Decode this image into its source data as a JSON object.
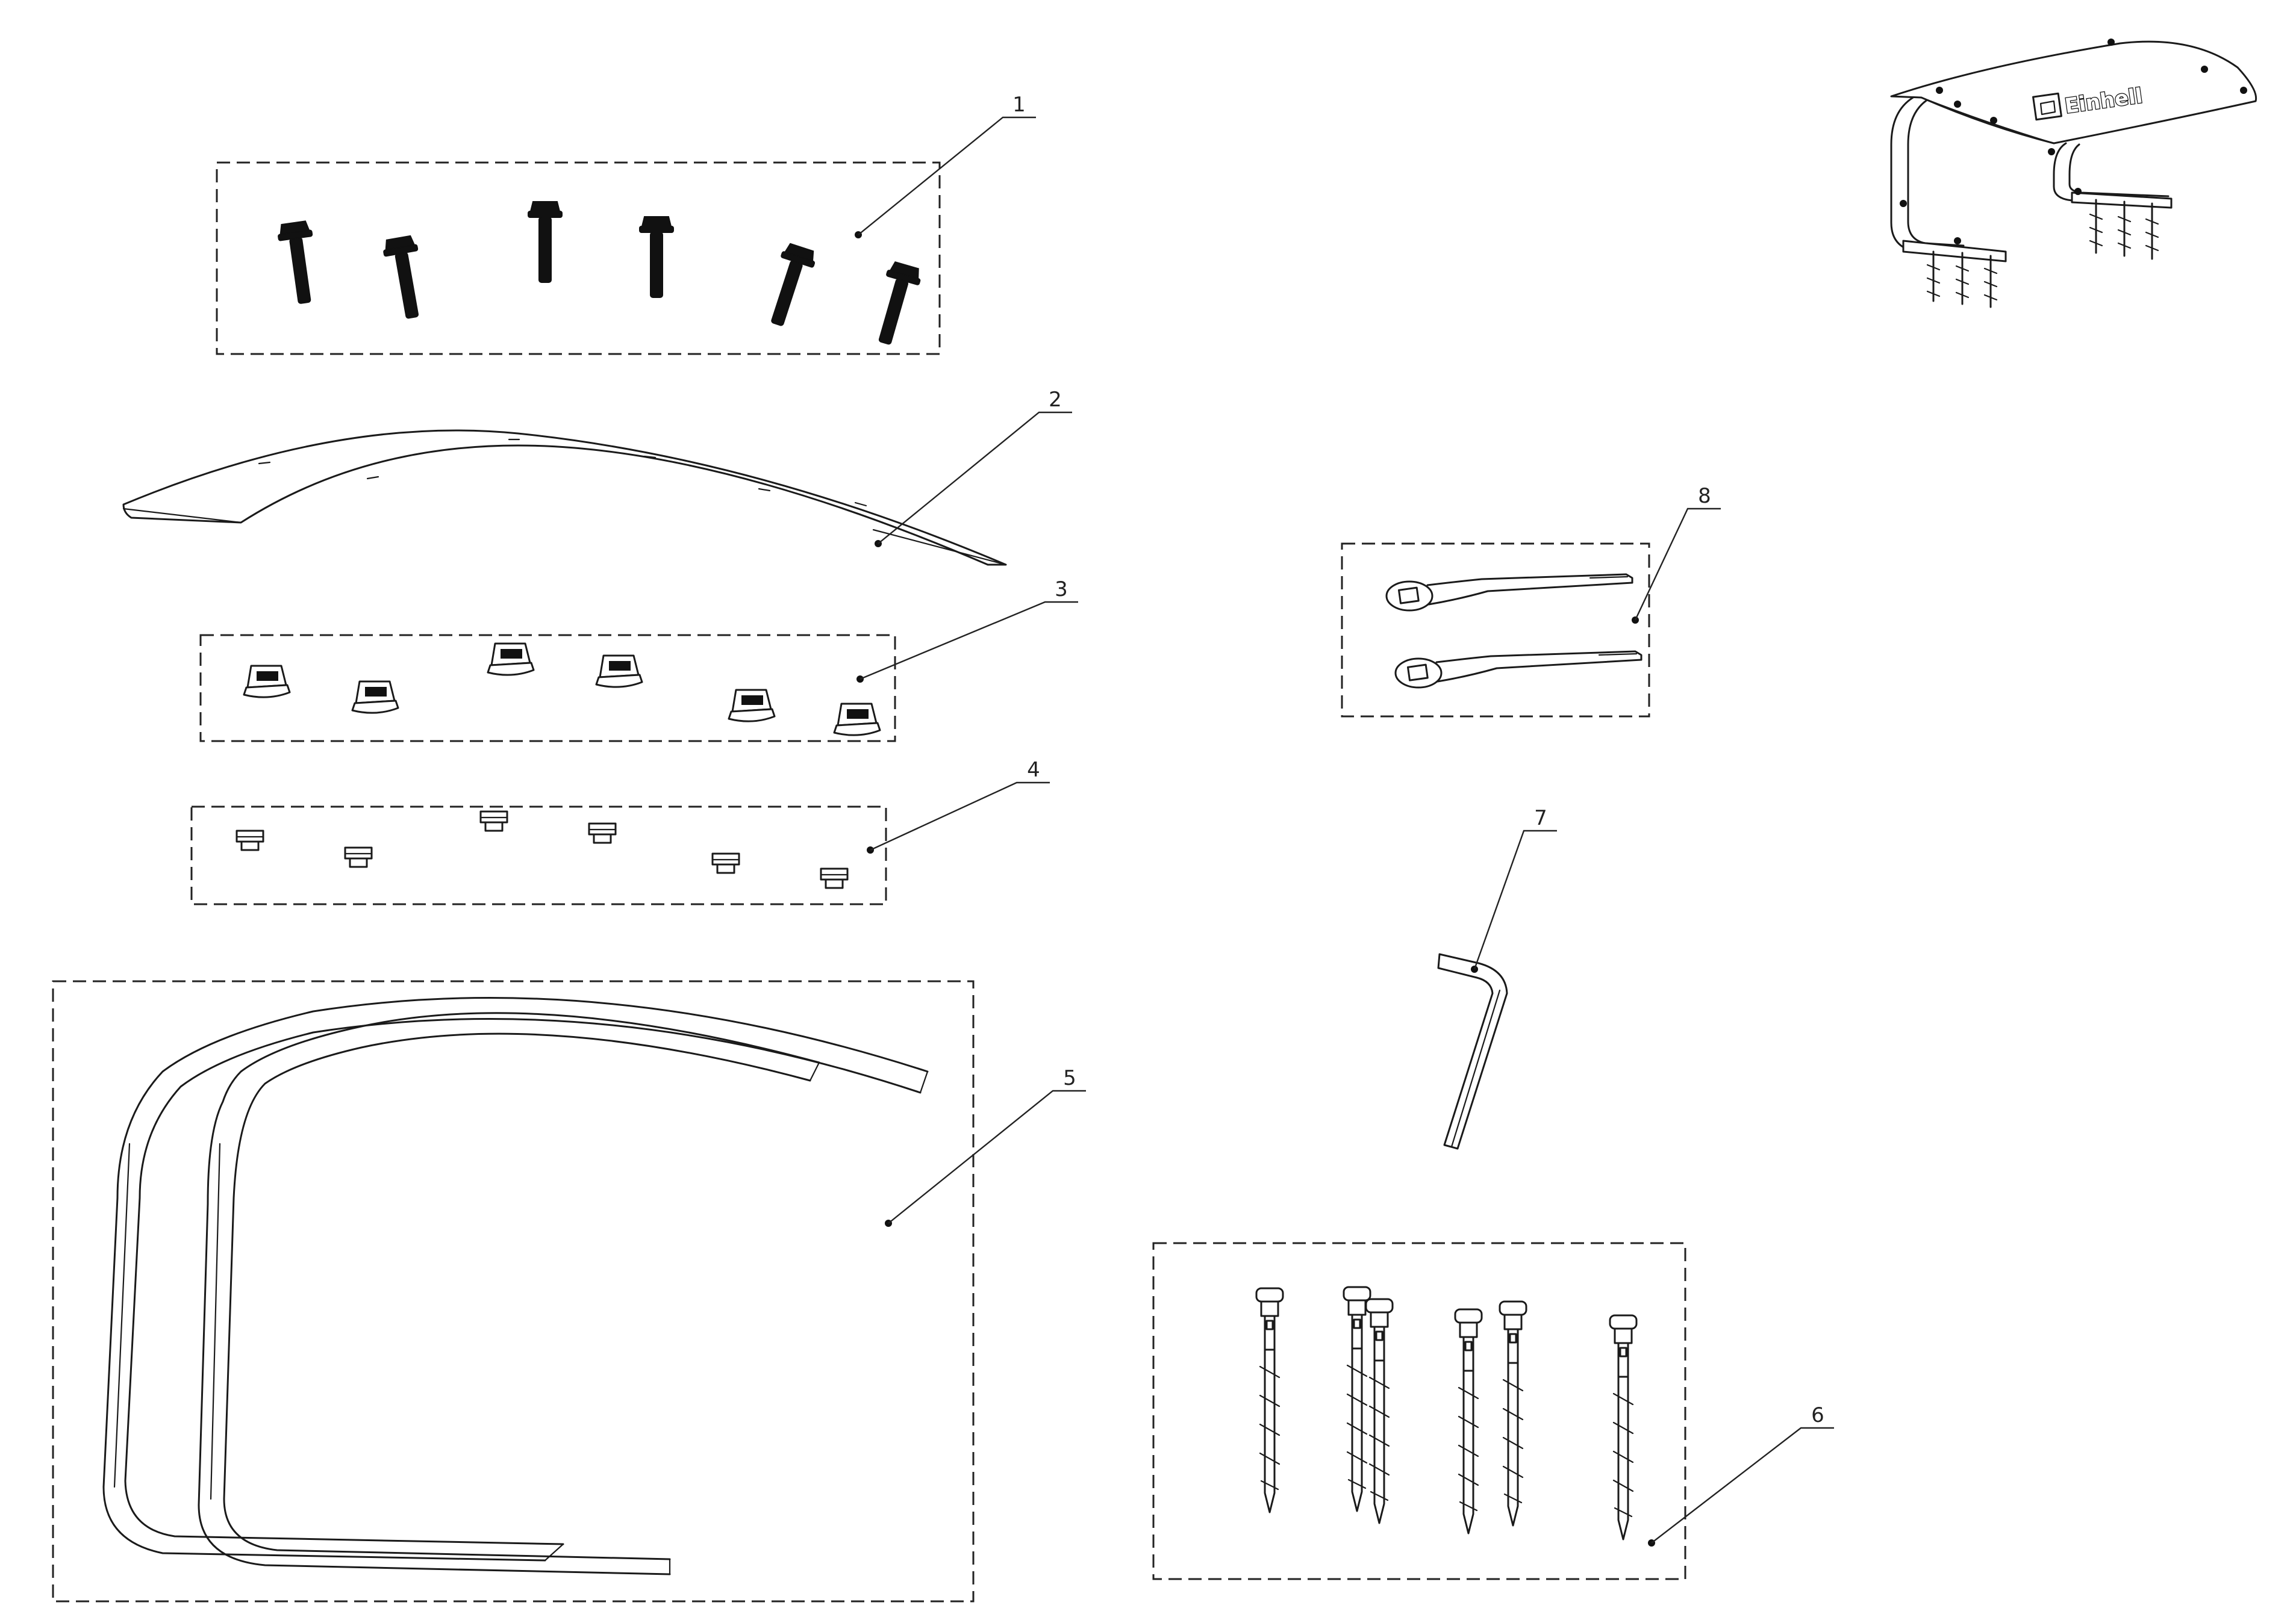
{
  "diagram": {
    "parts": [
      {
        "id": "part-1",
        "label": "1"
      },
      {
        "id": "part-2",
        "label": "2"
      },
      {
        "id": "part-3",
        "label": "3"
      },
      {
        "id": "part-4",
        "label": "4"
      },
      {
        "id": "part-5",
        "label": "5"
      },
      {
        "id": "part-6",
        "label": "6"
      },
      {
        "id": "part-7",
        "label": "7"
      },
      {
        "id": "part-8",
        "label": "8"
      }
    ],
    "assembled_view": {
      "brand_logo": "Einhell"
    },
    "colors": {
      "line": "#1a1a1a",
      "background": "#ffffff"
    }
  }
}
